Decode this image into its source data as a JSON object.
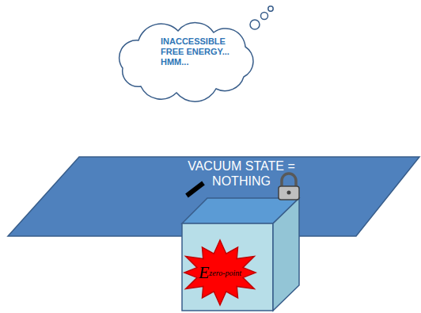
{
  "diagram": {
    "nodes": [
      {
        "text": [
          "INACCESSIBLE FREE ENERGY... HMM..."
        ]
      },
      {
        "text": [
          "VACUUM STATE = NOTHING"
        ]
      },
      {
        "text": [
          "E",
          "zero-point"
        ]
      }
    ]
  }
}
